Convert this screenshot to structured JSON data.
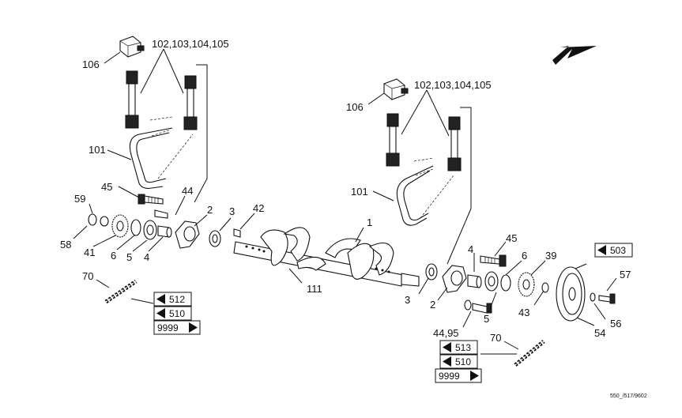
{
  "labels": {
    "l106a": "106",
    "l102a": "102,103,104,105",
    "l101a": "101",
    "l45a": "45",
    "l44a": "44",
    "l59": "59",
    "l58": "58",
    "l41": "41",
    "l6a": "6",
    "l5a": "5",
    "l4a": "4",
    "l2a": "2",
    "l3a": "3",
    "l42": "42",
    "l70a": "70",
    "l111": "111",
    "l1": "1",
    "l106b": "106",
    "l102b": "102,103,104,105",
    "l101b": "101",
    "l45b": "45",
    "l4b": "4",
    "l6b": "6",
    "l39": "39",
    "l3b": "3",
    "l2b": "2",
    "l4495": "44,95",
    "l5b": "5",
    "l43": "43",
    "l57": "57",
    "l56": "56",
    "l54": "54",
    "l70b": "70"
  },
  "refs_left": [
    {
      "text": "512",
      "dir": "left"
    },
    {
      "text": "510",
      "dir": "left"
    },
    {
      "text": "9999",
      "dir": "right"
    }
  ],
  "refs_right": [
    {
      "text": "513",
      "dir": "left"
    },
    {
      "text": "510",
      "dir": "left"
    },
    {
      "text": "9999",
      "dir": "right"
    }
  ],
  "ref_503": {
    "text": "503",
    "dir": "left"
  },
  "footer": "550_/517/9602",
  "icons": [
    "direction-arrow-icon",
    "pointer-left-icon",
    "pointer-right-icon"
  ]
}
